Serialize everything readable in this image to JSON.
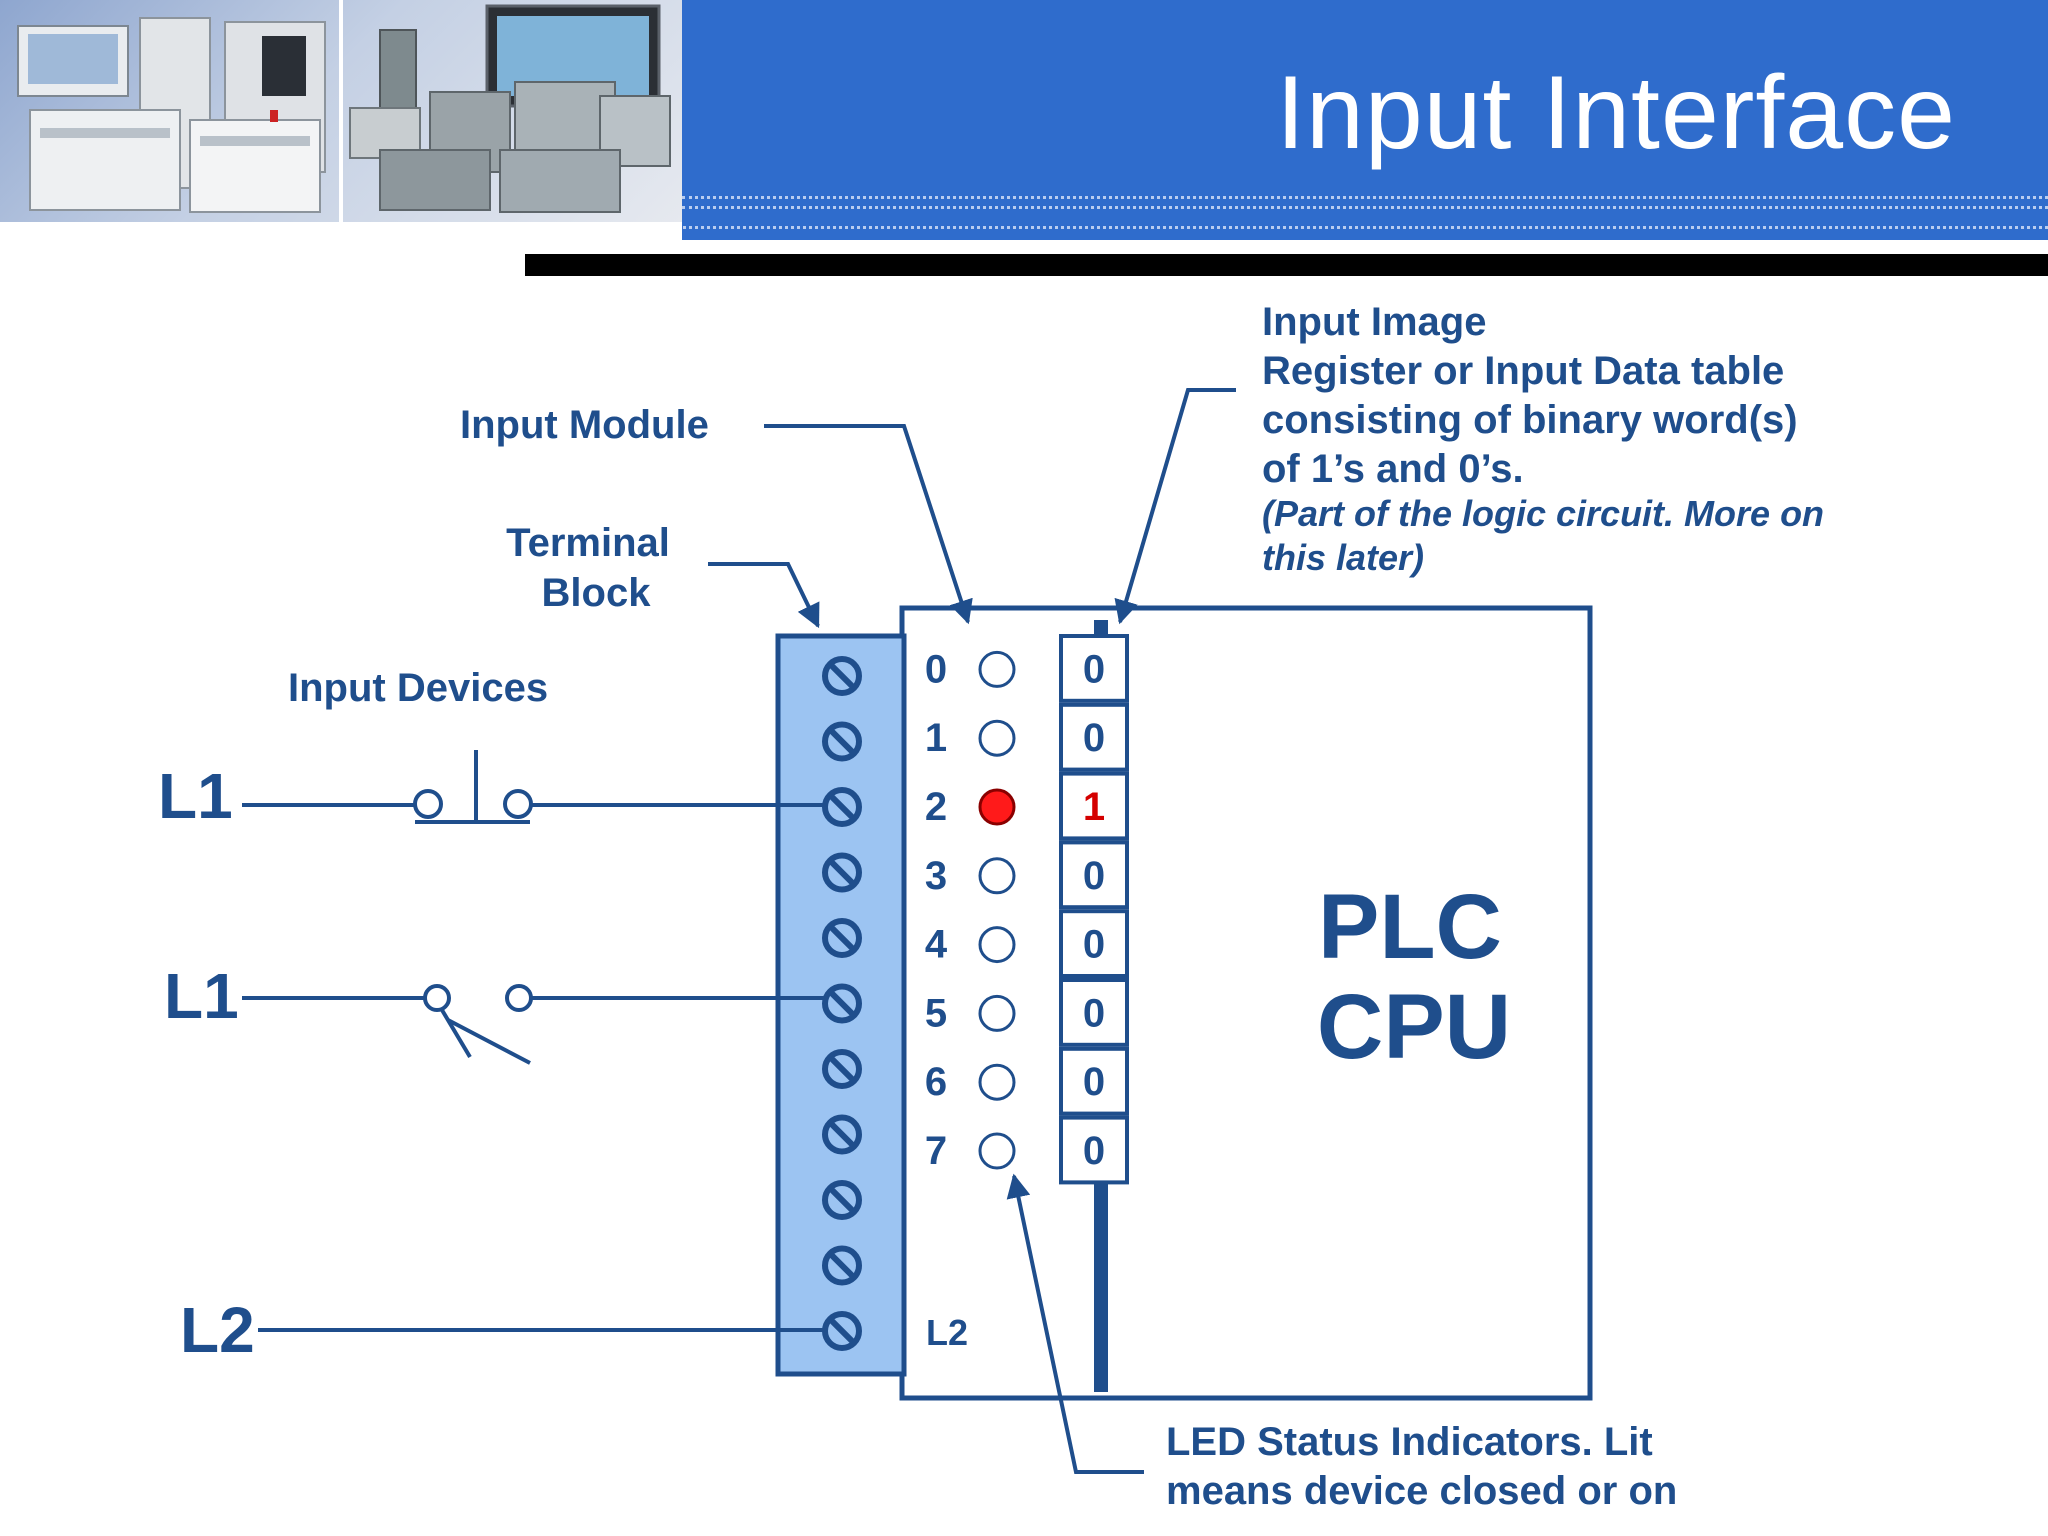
{
  "header": {
    "title": "Input Interface"
  },
  "labels": {
    "input_module": "Input Module",
    "terminal_block_line1": "Terminal",
    "terminal_block_line2": "Block",
    "input_devices": "Input Devices",
    "input_image_lines": [
      "Input Image",
      "Register or Input Data table",
      "consisting of binary word(s)",
      "of 1’s and 0’s."
    ],
    "input_image_note_lines": [
      "(Part of the logic circuit. More on",
      "this later)"
    ],
    "led_note_lines": [
      "LED Status Indicators. Lit",
      "means device closed or on"
    ],
    "plc_line1": "PLC",
    "plc_line2": "CPU",
    "module_l2": "L2"
  },
  "devices": {
    "pushbutton_line": "L1",
    "switch_line": "L1",
    "common_line": "L2"
  },
  "inputs": [
    {
      "channel": "0",
      "lit": false,
      "bit": "0"
    },
    {
      "channel": "1",
      "lit": false,
      "bit": "0"
    },
    {
      "channel": "2",
      "lit": true,
      "bit": "1"
    },
    {
      "channel": "3",
      "lit": false,
      "bit": "0"
    },
    {
      "channel": "4",
      "lit": false,
      "bit": "0"
    },
    {
      "channel": "5",
      "lit": false,
      "bit": "0"
    },
    {
      "channel": "6",
      "lit": false,
      "bit": "0"
    },
    {
      "channel": "7",
      "lit": false,
      "bit": "0"
    }
  ],
  "colors": {
    "diagram_blue": "#1f4e8c",
    "terminal_fill": "#9cc4f2",
    "led_lit": "#ff1a1a",
    "bit_on": "#d40000",
    "header_blue": "#2f6ccc"
  }
}
